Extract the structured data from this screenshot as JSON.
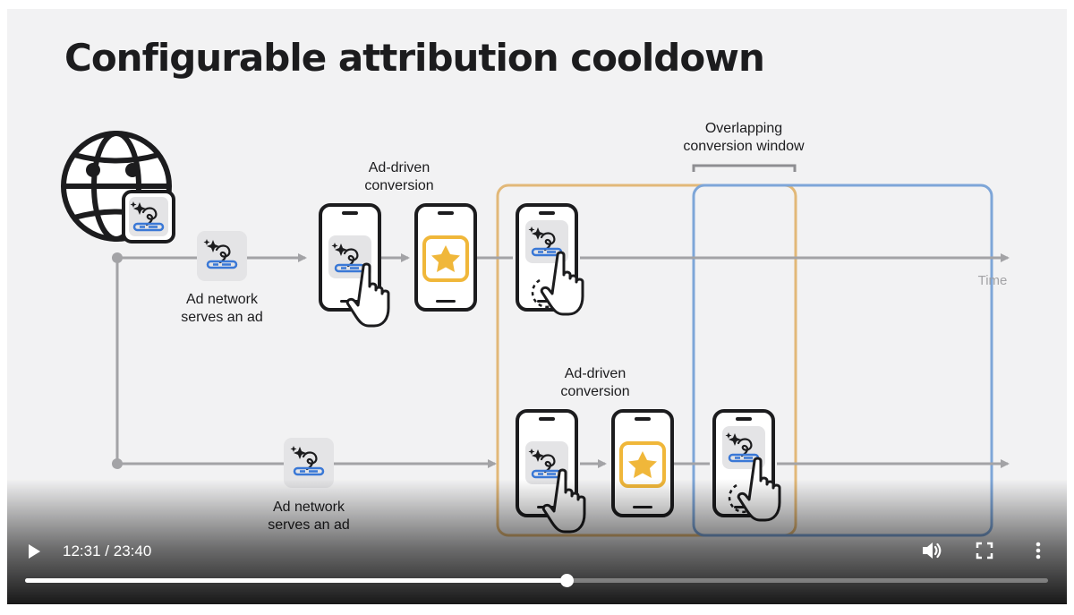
{
  "slide": {
    "title": "Configurable attribution cooldown",
    "labels": {
      "overlap_window": "Overlapping\nconversion window",
      "conversion_top": "Ad-driven\nconversion",
      "conversion_bottom": "Ad-driven\nconversion",
      "ad_network_top": "Ad network\nserves an ad",
      "ad_network_bottom": "Ad network\nserves an ad",
      "time_axis": "Time"
    },
    "colors": {
      "window_first": "#e2b878",
      "window_second": "#7ea6d8",
      "star_tile": "#f0b73a",
      "ad_bar": "#3a78d6",
      "timeline": "#a3a3a6"
    },
    "icons": [
      "globe-icon",
      "ad-app-icon",
      "phone-icon",
      "tap-hand-icon",
      "star-app-icon",
      "arrow-icon"
    ]
  },
  "player": {
    "current_time": "12:31",
    "separator": "/",
    "duration": "23:40",
    "progress": 0.529
  }
}
